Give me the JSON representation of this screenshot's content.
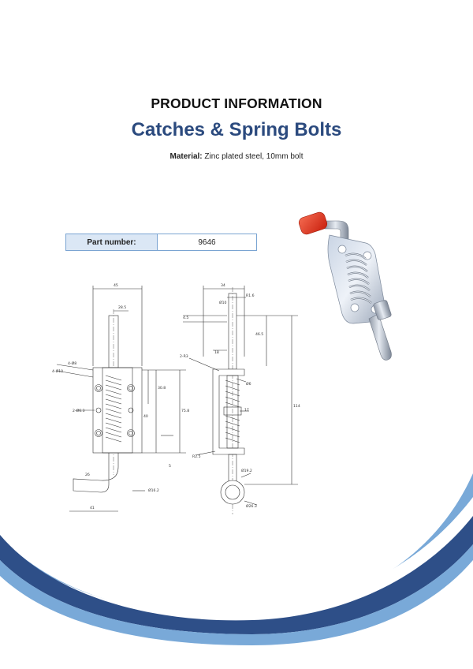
{
  "header": {
    "title": "PRODUCT INFORMATION",
    "subtitle": "Catches & Spring Bolts"
  },
  "material": {
    "label": "Material:",
    "value": "Zinc plated steel, 10mm bolt"
  },
  "part": {
    "label": "Part number:",
    "value": "9646"
  },
  "drawing": {
    "dims": {
      "width_45": "45",
      "d28_5": "28.5",
      "holes_4d8": "4-Ø8",
      "holes_4d10": "4-Ø10",
      "d30_8": "30.8",
      "holes_2d6_3": "2-Ø6.3",
      "d40": "40",
      "d75_8": "75.8",
      "d5": "5",
      "d26": "26",
      "dia16_2": "Ø16.2",
      "d41": "41",
      "d34": "34",
      "r1_6": "R1.6",
      "dia10": "Ø10",
      "d4_5": "4.5",
      "d46_5": "46.5",
      "d18": "18",
      "r2": "2-R3",
      "dia6": "Ø6",
      "d17": "17",
      "d114": "114",
      "r2_5": "R2.5",
      "dia19_2": "Ø19.2",
      "dia26_3": "Ø26.3"
    }
  },
  "colors": {
    "title_blue": "#2b4a7e",
    "table_border": "#7aa4d2",
    "table_label_bg": "#dbe7f5",
    "wave_dark": "#2e4f88",
    "wave_light": "#79a9d8"
  }
}
